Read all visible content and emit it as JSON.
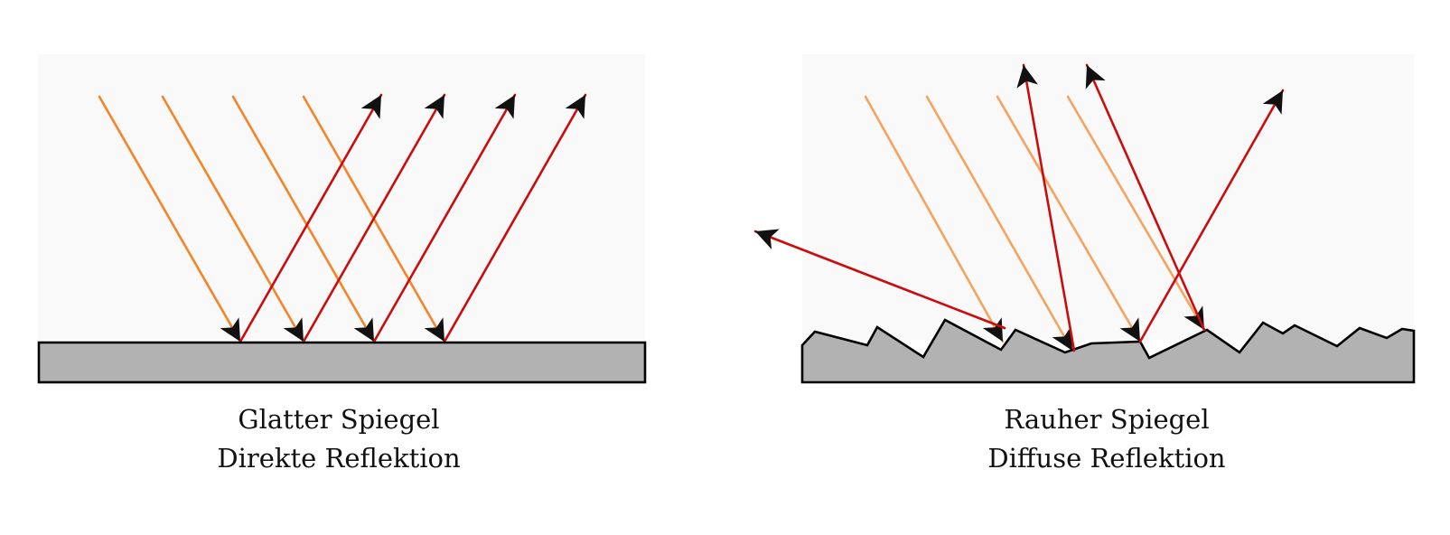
{
  "colors": {
    "panel_background": "#f9f9f9",
    "mirror_fill": "#b2b2b2",
    "mirror_outline": "#000000",
    "incident_ray": "#f58427",
    "incident_ray_faded": "#f7a25e",
    "reflected_ray": "#cc0c0c",
    "arrow_head": "#111111"
  },
  "left_panel": {
    "mirror": "smooth",
    "caption_line1": "Glatter Spiegel",
    "caption_line2": "Direkte Reflektion",
    "incident_ray_count": 4,
    "reflected_ray_count": 4
  },
  "right_panel": {
    "mirror": "rough",
    "caption_line1": "Rauher Spiegel",
    "caption_line2": "Diffuse Reflektion",
    "incident_ray_count": 4,
    "reflected_ray_count": 4
  }
}
